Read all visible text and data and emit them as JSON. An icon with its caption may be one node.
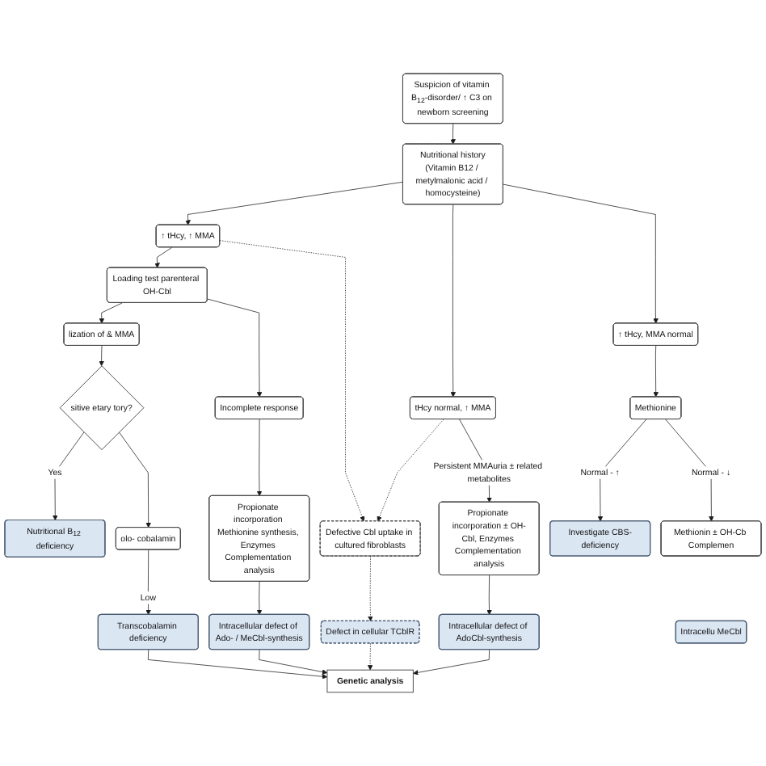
{
  "diagram": {
    "nodes": [
      {
        "text": [
          "Suspicion of vitamin B$_{12}$-disorder/ ↑ C3 on newborn screening"
        ]
      },
      {
        "text": [
          "Nutritional history",
          "(Vitamin B12 / metylmalonic acid / homocysteine)"
        ]
      },
      {
        "text": [
          "↑ tHcy, ↑ MMA"
        ]
      },
      {
        "text": [
          "tHcy normal, ↑ MMA"
        ]
      },
      {
        "text": [
          "↑ tHcy, MMA normal"
        ]
      },
      {
        "text": [
          "Loading test parenteral OH-Cbl"
        ]
      },
      {
        "text": [
          "Methionine"
        ]
      },
      {
        "text": [
          "lization of & MMA"
        ]
      },
      {
        "text": [
          "Incomplete response"
        ]
      },
      {
        "text": [
          "sitive etary tory?"
        ]
      },
      {
        "text": [
          "Nutritional B$_{12}$ deficiency"
        ]
      },
      {
        "text": [
          "Investigate CBS-deficiency"
        ]
      },
      {
        "text": [
          "olo- cobalamin"
        ]
      },
      {
        "text": [
          "Propionate incorporation Methionine synthesis, Enzymes Complementation analysis"
        ]
      },
      {
        "text": [
          "Defective Cbl uptake in cultured fibroblasts"
        ]
      },
      {
        "text": [
          "Propionate incorporation ± OH-Cbl, Enzymes Complementation analysis"
        ]
      },
      {
        "text": [
          "Methionin ± OH-Cb Complemen"
        ]
      },
      {
        "text": [
          "Transcobalamin deficiency"
        ]
      },
      {
        "text": [
          "Intracellular defect of Ado- / MeCbl-synthesis"
        ]
      },
      {
        "text": [
          "Defect in cellular TCblR"
        ]
      },
      {
        "text": [
          "Intracellular defect of AdoCbl-synthesis"
        ]
      },
      {
        "text": [
          "Intracellu MeCbl"
        ]
      },
      {
        "text": [
          "Genetic analysis"
        ]
      }
    ],
    "edges": [
      {
        "from": 0,
        "to": 1,
        "arrow": "to"
      },
      {
        "from": 1,
        "to": 2,
        "arrow": "to"
      },
      {
        "from": 1,
        "to": 3,
        "arrow": "to"
      },
      {
        "from": 1,
        "to": 4,
        "arrow": "to"
      },
      {
        "from": 2,
        "to": 5,
        "arrow": "to"
      },
      {
        "from": 2,
        "to": 14,
        "arrow": "to",
        "style": "dashed"
      },
      {
        "from": 3,
        "to": 14,
        "arrow": "to",
        "style": "dashed"
      },
      {
        "from": 3,
        "to": 15,
        "arrow": "to",
        "label": "Persistent MMAuria ± related metabolites"
      },
      {
        "from": 4,
        "to": 6,
        "arrow": "to"
      },
      {
        "from": 5,
        "to": 7,
        "arrow": "to"
      },
      {
        "from": 5,
        "to": 8,
        "arrow": "to"
      },
      {
        "from": 6,
        "to": 11,
        "arrow": "to",
        "label": "Normal - ↑"
      },
      {
        "from": 6,
        "to": 16,
        "arrow": "to",
        "label": "Normal - ↓"
      },
      {
        "from": 7,
        "to": 9,
        "arrow": "to"
      },
      {
        "from": 9,
        "to": 10,
        "arrow": "to",
        "label": "Yes"
      },
      {
        "from": 9,
        "to": 12,
        "arrow": "to"
      },
      {
        "from": 8,
        "to": 13,
        "arrow": "to"
      },
      {
        "from": 12,
        "to": 17,
        "arrow": "to",
        "label": "Low"
      },
      {
        "from": 13,
        "to": 18,
        "arrow": "to"
      },
      {
        "from": 14,
        "to": 19,
        "arrow": "to",
        "style": "dashed"
      },
      {
        "from": 15,
        "to": 20,
        "arrow": "to"
      },
      {
        "from": 17,
        "to": 22,
        "arrow": "to"
      },
      {
        "from": 18,
        "to": 22,
        "arrow": "to"
      },
      {
        "from": 19,
        "to": 22,
        "arrow": "to",
        "style": "dashed"
      },
      {
        "from": 20,
        "to": 22,
        "arrow": "to"
      }
    ]
  }
}
